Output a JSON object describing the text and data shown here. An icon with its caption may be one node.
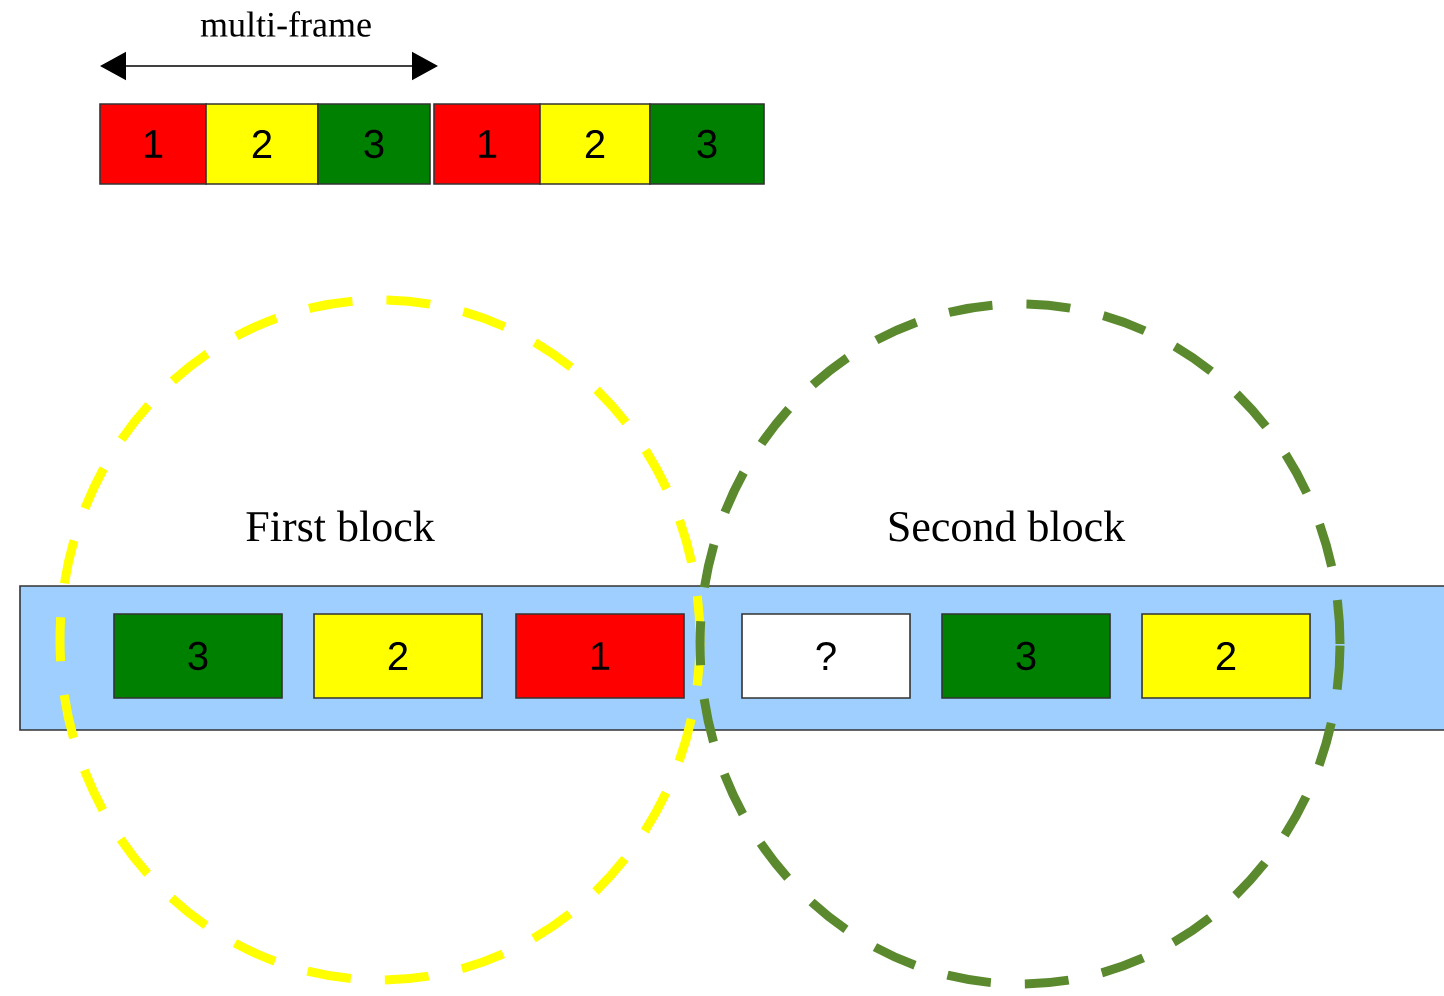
{
  "diagram": {
    "nodes": [
      {
        "text": [
          "1"
        ]
      },
      {
        "text": [
          "2"
        ]
      },
      {
        "text": [
          "3"
        ]
      },
      {
        "text": [
          "1"
        ]
      },
      {
        "text": [
          "2"
        ]
      },
      {
        "text": [
          "3"
        ]
      },
      {
        "text": [
          "First block"
        ]
      },
      {
        "text": [
          "Second block"
        ]
      },
      {
        "text": [],
        "shape": "bar"
      },
      {
        "text": [
          "3"
        ]
      },
      {
        "text": [
          "2"
        ]
      },
      {
        "text": [
          "1"
        ]
      },
      {
        "text": [
          "?"
        ]
      },
      {
        "text": [
          "3"
        ]
      },
      {
        "text": [
          "2"
        ]
      }
    ],
    "labels": [
      "multi-frame"
    ]
  }
}
